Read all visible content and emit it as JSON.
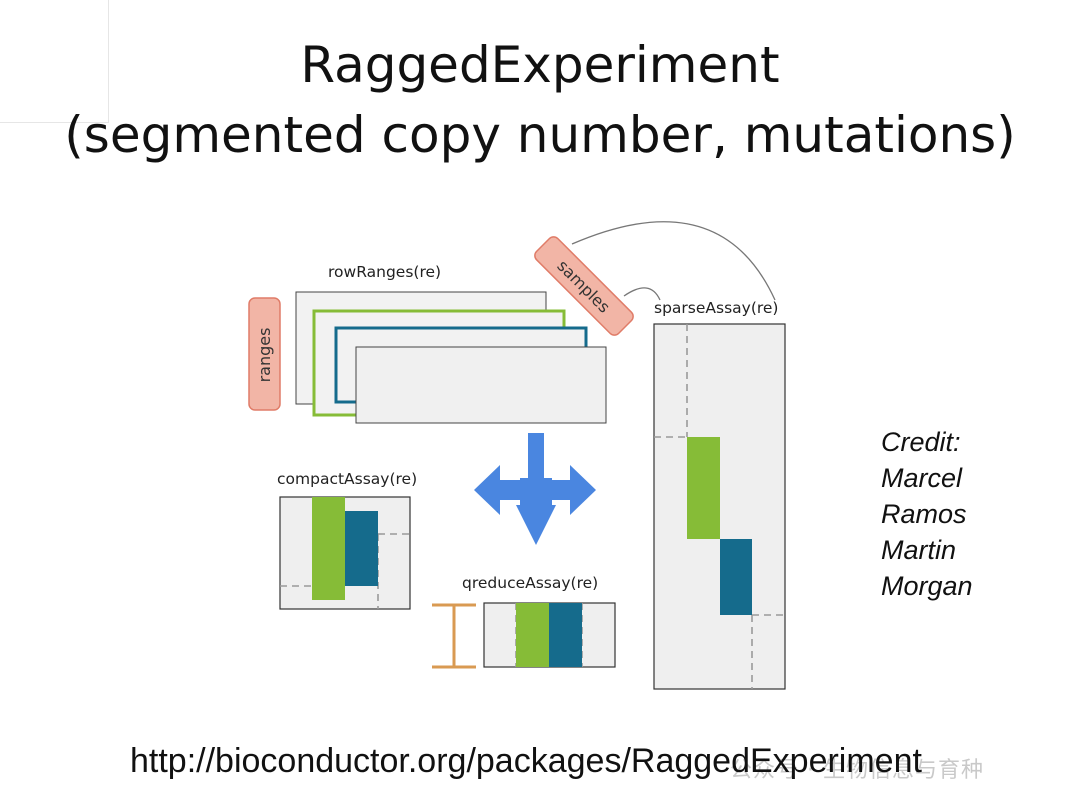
{
  "title": {
    "line1": "RaggedExperiment",
    "line2": "(segmented copy number, mutations)"
  },
  "diagram": {
    "rowranges_label": "rowRanges(re)",
    "ranges_tag": "ranges",
    "samples_tag": "samples",
    "sparse_label": "sparseAssay(re)",
    "compact_label": "compactAssay(re)",
    "qreduce_label": "qreduceAssay(re)",
    "colors": {
      "green": "#86bc37",
      "blue": "#156b8c",
      "tag_fill": "#f2b5a6",
      "tag_border": "#e07c68",
      "arrow": "#4a86e0",
      "bracket": "#d99a52",
      "panel": "#efefef"
    },
    "icons": [
      "four-way-arrow-icon",
      "bracket-icon"
    ]
  },
  "credit": {
    "lines": [
      "Credit:",
      "Marcel",
      "Ramos",
      "Martin",
      "Morgan"
    ]
  },
  "footer": {
    "url": "http://bioconductor.org/packages/RaggedExperiment",
    "watermark": "公众号 · 生物信息与育种"
  }
}
